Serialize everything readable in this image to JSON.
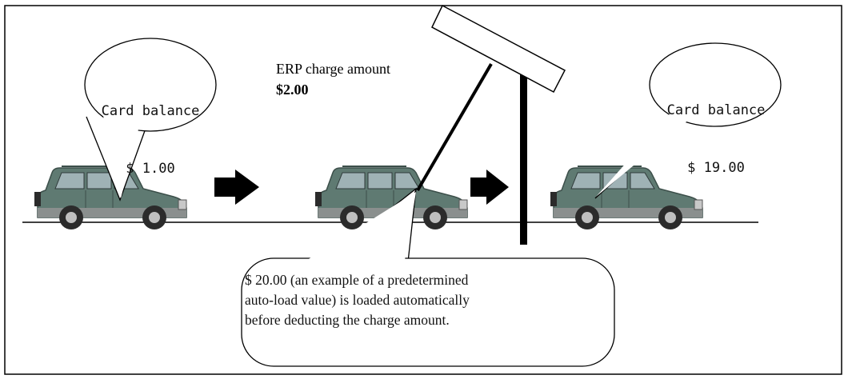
{
  "bubbles": {
    "left": {
      "line1": "Card balance",
      "line2": "$ 1.00"
    },
    "right": {
      "line1": "Card balance",
      "line2": "$ 19.00"
    }
  },
  "erp": {
    "label": "ERP charge amount",
    "amount": "$2.00"
  },
  "callout": {
    "line1": "$ 20.00 (an example of a predetermined",
    "line2": "auto-load value) is loaded automatically",
    "line3": "before deducting the charge amount."
  },
  "colors": {
    "car_body": "#5f7a72",
    "tire": "#2b2b2b",
    "arrow": "#000000",
    "frame": "#000000"
  }
}
